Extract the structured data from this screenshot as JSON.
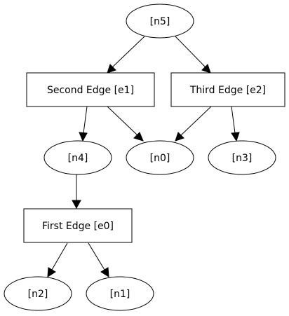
{
  "nodes": {
    "n5": {
      "label": "[n5]"
    },
    "e1": {
      "label": "Second Edge [e1]"
    },
    "e2": {
      "label": "Third Edge [e2]"
    },
    "n4": {
      "label": "[n4]"
    },
    "n0": {
      "label": "[n0]"
    },
    "n3": {
      "label": "[n3]"
    },
    "e0": {
      "label": "First Edge [e0]"
    },
    "n2": {
      "label": "[n2]"
    },
    "n1": {
      "label": "[n1]"
    }
  },
  "edges": [
    {
      "from": "n5",
      "to": "e1"
    },
    {
      "from": "n5",
      "to": "e2"
    },
    {
      "from": "e1",
      "to": "n4"
    },
    {
      "from": "e1",
      "to": "n0"
    },
    {
      "from": "e2",
      "to": "n0"
    },
    {
      "from": "e2",
      "to": "n3"
    },
    {
      "from": "n4",
      "to": "e0"
    },
    {
      "from": "e0",
      "to": "n2"
    },
    {
      "from": "e0",
      "to": "n1"
    }
  ]
}
